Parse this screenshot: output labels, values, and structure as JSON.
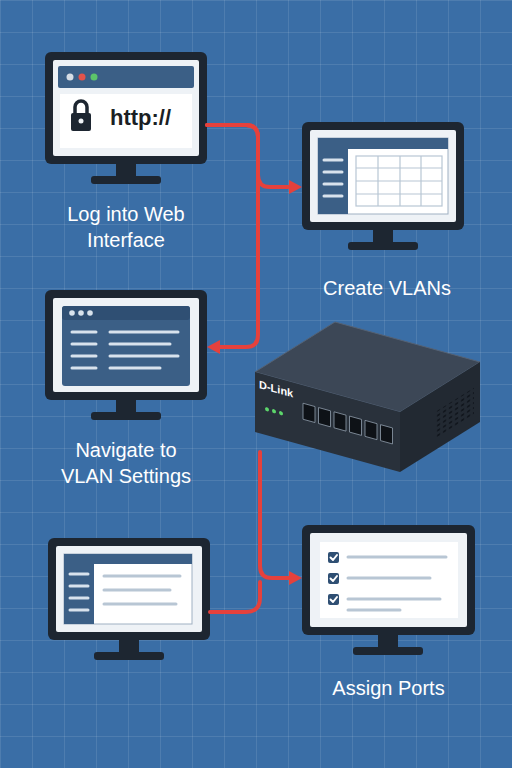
{
  "diagram": {
    "nodes": [
      {
        "text": [
          "Log into Web Interface"
        ]
      },
      {
        "text": [
          "Create VLANs"
        ]
      },
      {
        "text": [
          "Navigate to VLAN Settings"
        ]
      },
      {
        "text": [
          "D-Link"
        ]
      },
      {
        "text": [
          "Assign Ports"
        ]
      }
    ],
    "edges": [
      {
        "from": 0,
        "to": 1,
        "arrow": "to"
      },
      {
        "from": 0,
        "to": 2,
        "arrow": "to"
      },
      {
        "from": 3,
        "to": 4,
        "arrow": "to"
      }
    ],
    "labels": [
      "http://"
    ]
  }
}
